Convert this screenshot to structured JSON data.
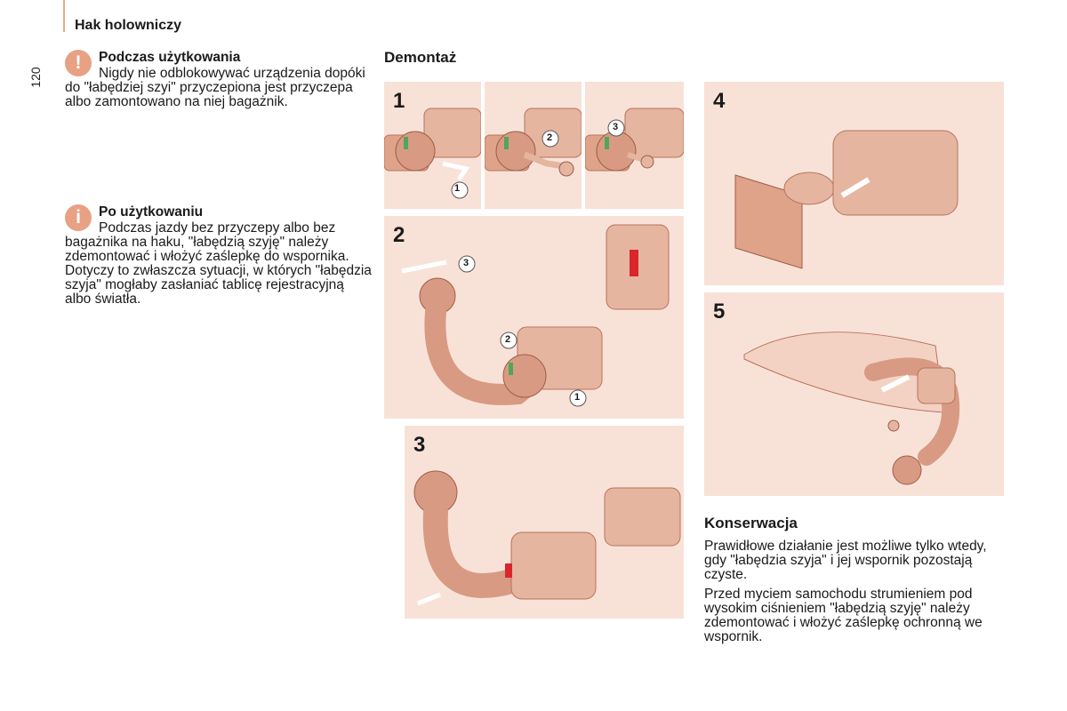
{
  "header": {
    "title": "Hak holowniczy",
    "page_number": "120"
  },
  "warning_note": {
    "icon": "warning-icon",
    "icon_glyph": "!",
    "title": "Podczas użytkowania",
    "text": "Nigdy nie odblokowywać urządzenia dopóki do \"łabędziej szyi\" przyczepiona jest przyczepa albo zamontowano na niej bagażnik."
  },
  "info_note": {
    "icon": "info-icon",
    "icon_glyph": "i",
    "title": "Po użytkowaniu",
    "text": "Podczas jazdy bez przyczepy albo bez bagażnika na haku, \"łabędzią szyję\" należy zdemontować i włożyć zaślepkę do wspornika. Dotyczy to zwłaszcza sytuacji, w których \"łabędzia szyja\" mogłaby zasłaniać tablicę rejestracyjną albo światła."
  },
  "removal": {
    "heading": "Demontaż",
    "steps": [
      "1",
      "2",
      "3",
      "4",
      "5"
    ],
    "callouts": [
      "1",
      "2",
      "3"
    ]
  },
  "maintenance": {
    "heading": "Konserwacja",
    "paragraph1": "Prawidłowe działanie jest możliwe tylko wtedy, gdy \"łabędzia szyja\" i jej wspornik pozostają czyste.",
    "paragraph2": "Przed myciem samochodu strumieniem pod wysokim ciśnieniem \"łabędzią szyję\" należy zdemontować i włożyć zaślepkę ochronną we wspornik."
  },
  "colors": {
    "accent": "#e8a184",
    "panel_bg": "#f8e2d8",
    "hook": "#d99a83",
    "hook_dark": "#b9735d",
    "lock_green": "#4fa65a",
    "lock_red": "#d8262b"
  }
}
